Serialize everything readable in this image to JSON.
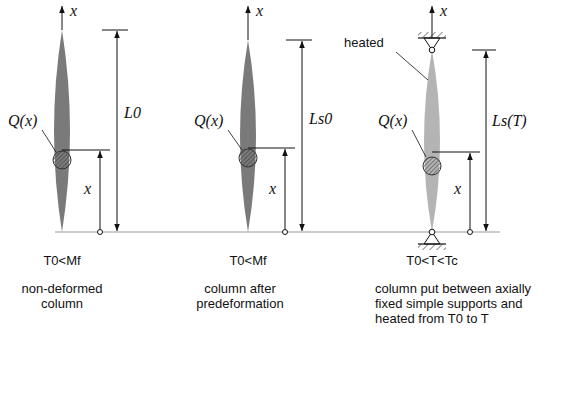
{
  "diagram": {
    "labels": [
      "x",
      "L0",
      "Q(x)",
      "x",
      "x",
      "Ls0",
      "Q(x)",
      "x",
      "x",
      "heated",
      "Ls(T)",
      "Q(x)",
      "x",
      "T0<Mf",
      "T0<Mf",
      "T0<T<Tc",
      "non-deformed column",
      "column after predeformation",
      "column put between axially fixed simple supports and heated from T0 to T"
    ]
  }
}
